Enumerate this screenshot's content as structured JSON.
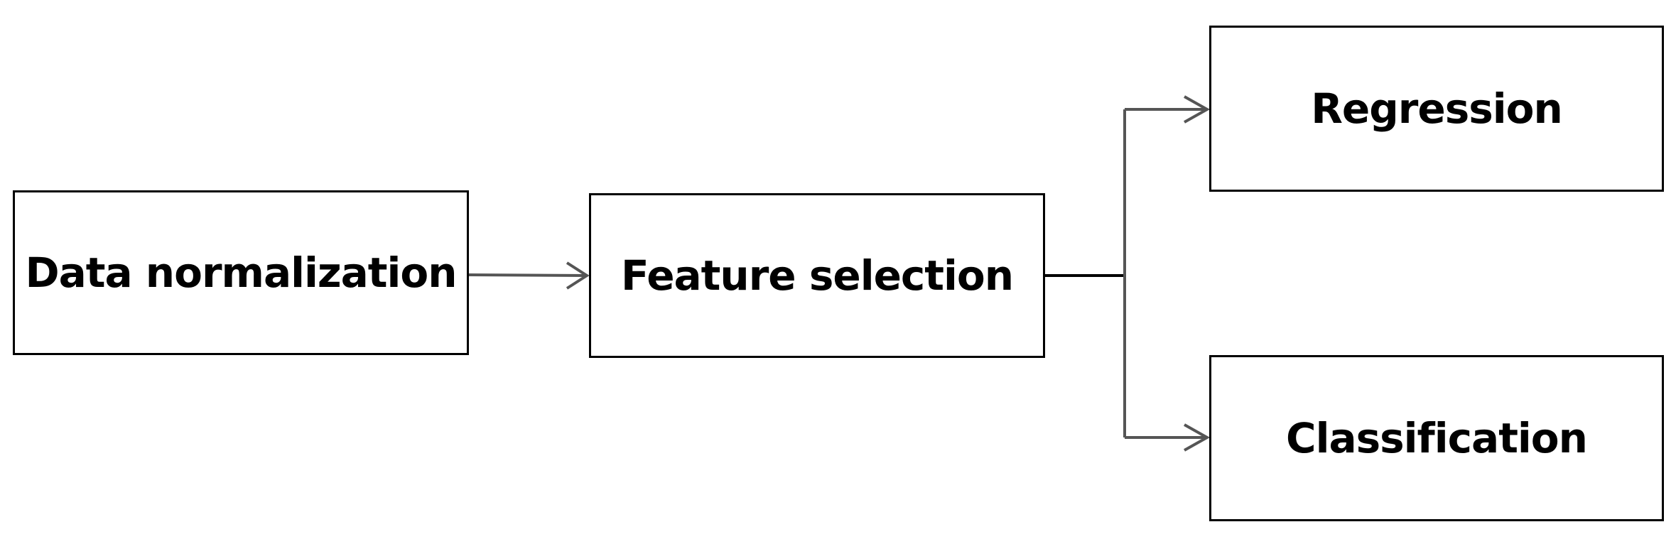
{
  "diagram": {
    "nodes": [
      {
        "id": "normalization",
        "label": "Data normalization"
      },
      {
        "id": "feature",
        "label": "Feature selection"
      },
      {
        "id": "regression",
        "label": "Regression"
      },
      {
        "id": "classification",
        "label": "Classification"
      }
    ],
    "edges": [
      {
        "from": "normalization",
        "to": "feature"
      },
      {
        "from": "feature",
        "to": "regression"
      },
      {
        "from": "feature",
        "to": "classification"
      }
    ],
    "colors": {
      "box_border": "#000000",
      "connector": "#555555",
      "text": "#000000",
      "background": "#ffffff"
    }
  }
}
